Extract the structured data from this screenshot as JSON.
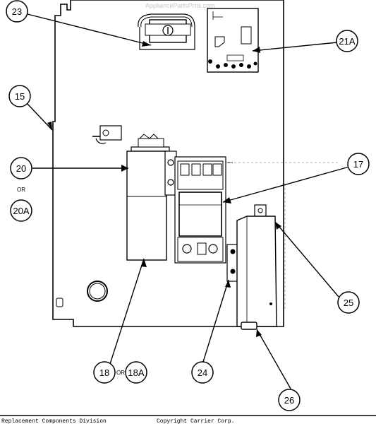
{
  "watermark": "AppliancePartsPros.com",
  "callouts": {
    "c23": "23",
    "c21a": "21A",
    "c15": "15",
    "c20": "20",
    "or_20": "OR",
    "c20a": "20A",
    "c17": "17",
    "c25": "25",
    "c18": "18",
    "or_18": "OR",
    "c18a": "18A",
    "c24": "24",
    "c26": "26"
  },
  "footer": {
    "left": "Replacement Components Division",
    "right": "Copyright  Carrier Corp."
  }
}
